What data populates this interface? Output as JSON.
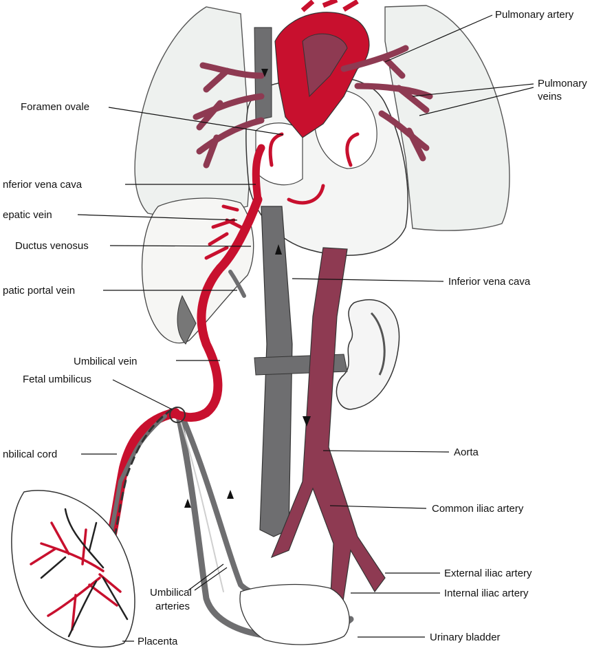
{
  "labels": {
    "pulmonary_artery": "Pulmonary artery",
    "pulmonary_veins_1": "Pulmonary",
    "pulmonary_veins_2": "veins",
    "foramen_ovale": "Foramen ovale",
    "inferior_vena_cava_upper": "nferior vena cava",
    "hepatic_vein": "epatic vein",
    "ductus_venosus": "Ductus venosus",
    "hepatic_portal_vein": "patic portal vein",
    "inferior_vena_cava_right": "Inferior vena cava",
    "umbilical_vein": "Umbilical vein",
    "fetal_umbilicus": "Fetal umbilicus",
    "umbilical_cord": "nbilical cord",
    "aorta": "Aorta",
    "common_iliac_artery": "Common iliac artery",
    "umbilical_arteries_1": "Umbilical",
    "umbilical_arteries_2": "arteries",
    "external_iliac_artery": "External iliac artery",
    "internal_iliac_artery": "Internal iliac artery",
    "placenta": "Placenta",
    "urinary_bladder": "Urinary bladder"
  },
  "colors": {
    "oxygenated": "#c8102e",
    "mixed": "#8e3a52",
    "deoxygenated": "#6e6e70",
    "outline": "#333333",
    "lung_fill": "#eef1ef"
  }
}
